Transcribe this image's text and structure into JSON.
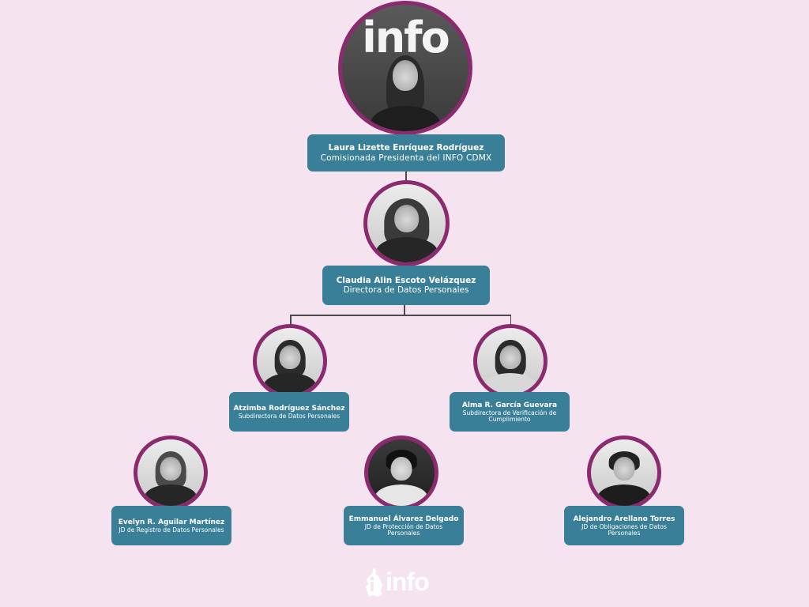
{
  "colors": {
    "background": "#F6E3F0",
    "node_fill": "#3A7F98",
    "photo_border": "#8B2A6E",
    "connector": "#4A4A4A",
    "text": "#FFFFFF"
  },
  "org_chart": {
    "level1": {
      "name": "Laura Lizette Enríquez Rodríguez",
      "role": "Comisionada Presidenta del INFO CDMX",
      "photo_backdrop_text": "info"
    },
    "level2": {
      "name": "Claudia Alin Escoto Velázquez",
      "role": "Directora de Datos Personales"
    },
    "level3": [
      {
        "name": "Atzimba Rodríguez Sánchez",
        "role": "Subdirectora de Datos Personales"
      },
      {
        "name": "Alma R. García Guevara",
        "role": "Subdirectora de Verificación de Cumplimiento"
      }
    ],
    "level4": [
      {
        "name": "Evelyn R. Aguilar Martínez",
        "role": "JD de Registro de Datos Personales"
      },
      {
        "name": "Emmanuel Álvarez Delgado",
        "role": "JD de Protección de Datos Personales"
      },
      {
        "name": "Alejandro Arellano Torres",
        "role": "JD de Obligaciones de Datos Personales"
      }
    ]
  },
  "footer": {
    "logo_text": "info",
    "logo_icon": "cdmx-map-icon"
  }
}
